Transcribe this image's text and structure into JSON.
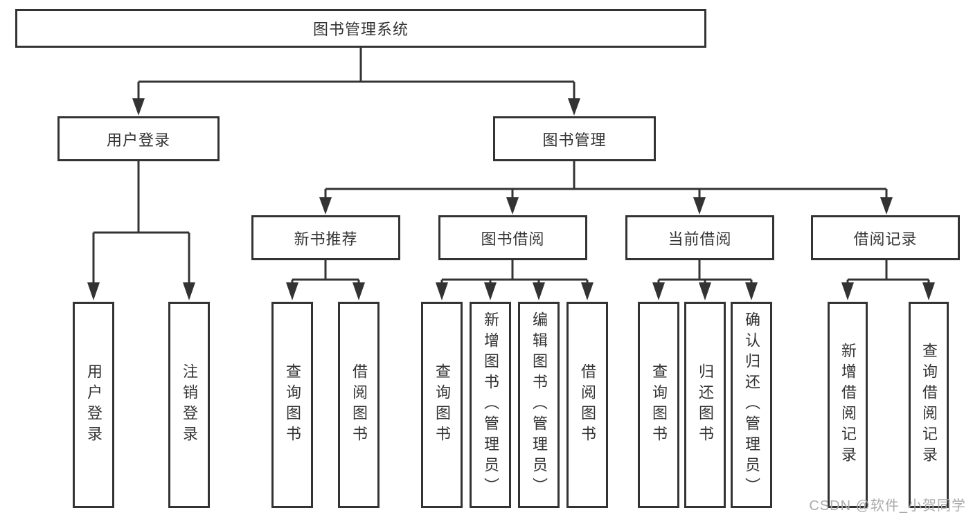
{
  "diagram": {
    "root": "图书管理系统",
    "level2": {
      "user_login": "用户登录",
      "book_mgmt": "图书管理"
    },
    "level3": {
      "new_book": "新书推荐",
      "book_borrow": "图书借阅",
      "current_borrow": "当前借阅",
      "borrow_record": "借阅记录"
    },
    "leaves": {
      "user_login": [
        "用户登录",
        "注销登录"
      ],
      "new_book": [
        "查询图书",
        "借阅图书"
      ],
      "book_borrow": [
        "查询图书",
        "新增图书（管理员）",
        "编辑图书（管理员）",
        "借阅图书"
      ],
      "current_borrow": [
        "查询图书",
        "归还图书",
        "确认归还（管理员）"
      ],
      "borrow_record": [
        "新增借阅记录",
        "查询借阅记录"
      ]
    }
  },
  "watermark": {
    "text": "CSDN @软件_小贺同学",
    "color": "#ababab"
  },
  "colors": {
    "line": "#333333",
    "text": "#333333",
    "background": "#ffffff"
  }
}
